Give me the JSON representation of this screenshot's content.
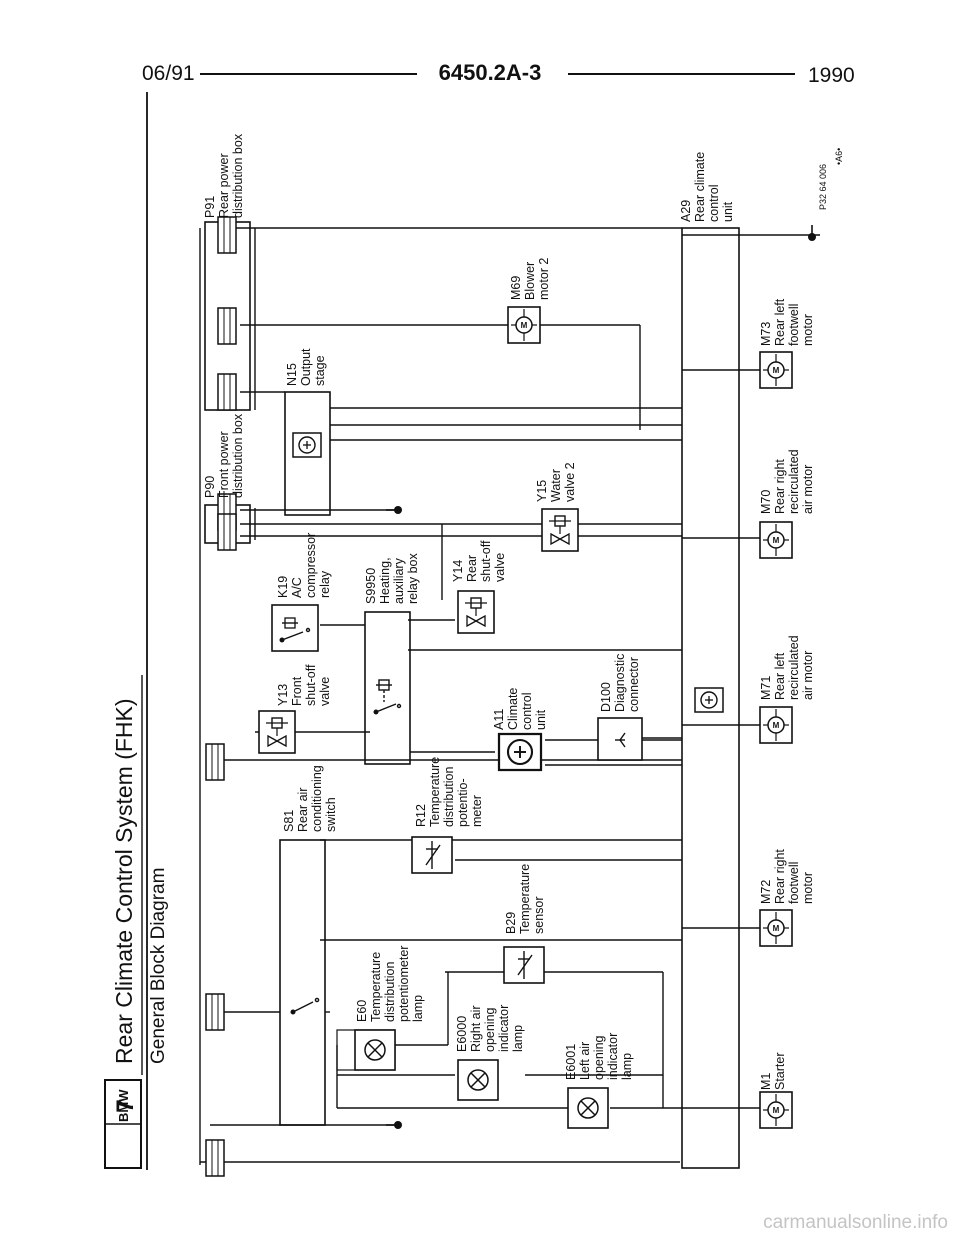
{
  "header": {
    "date": "06/91",
    "doc_number": "6450.2A-3",
    "year": "1990"
  },
  "brand": {
    "name": "BMW",
    "series": "7"
  },
  "title": "Rear Climate Control System (FHK)",
  "subtitle": "General Block Diagram",
  "reference": {
    "code": "P32 64 006",
    "mark": "•A6•"
  },
  "watermark": "carmanualsonline.info",
  "components": {
    "P91": {
      "id": "P91",
      "lines": [
        "Rear power",
        "distribution box"
      ]
    },
    "P90": {
      "id": "P90",
      "lines": [
        "Front power",
        "distribution box"
      ]
    },
    "A29": {
      "id": "A29",
      "lines": [
        "Rear climate",
        "control",
        "unit"
      ]
    },
    "M69": {
      "id": "M69",
      "lines": [
        "Blower",
        "motor 2"
      ]
    },
    "N15": {
      "id": "N15",
      "lines": [
        "Output",
        "stage"
      ]
    },
    "M73": {
      "id": "M73",
      "lines": [
        "Rear left",
        "footwell",
        "motor"
      ]
    },
    "Y15": {
      "id": "Y15",
      "lines": [
        "Water",
        "valve 2"
      ]
    },
    "M70": {
      "id": "M70",
      "lines": [
        "Rear right",
        "recirculated",
        "air motor"
      ]
    },
    "K19": {
      "id": "K19",
      "lines": [
        "A/C",
        "compressor",
        "relay"
      ]
    },
    "S9950": {
      "id": "S9950",
      "lines": [
        "Heating,",
        "auxiliary",
        "relay box"
      ]
    },
    "Y14": {
      "id": "Y14",
      "lines": [
        "Rear",
        "shut-off",
        "valve"
      ]
    },
    "Y13": {
      "id": "Y13",
      "lines": [
        "Front",
        "shut-off",
        "valve"
      ]
    },
    "M71": {
      "id": "M71",
      "lines": [
        "Rear left",
        "recirculated",
        "air motor"
      ]
    },
    "A11": {
      "id": "A11",
      "lines": [
        "Climate",
        "control",
        "unit"
      ]
    },
    "D100": {
      "id": "D100",
      "lines": [
        "Diagnostic",
        "connector"
      ]
    },
    "S81": {
      "id": "S81",
      "lines": [
        "Rear air",
        "conditioning",
        "switch"
      ]
    },
    "R12": {
      "id": "R12",
      "lines": [
        "Temperature",
        "distribution",
        "potentio-",
        "meter"
      ]
    },
    "M72": {
      "id": "M72",
      "lines": [
        "Rear right",
        "footwell",
        "motor"
      ]
    },
    "B29": {
      "id": "B29",
      "lines": [
        "Temperature",
        "sensor"
      ]
    },
    "E60": {
      "id": "E60",
      "lines": [
        "Temperature",
        "distribution",
        "potentiometer",
        "lamp"
      ]
    },
    "E6000": {
      "id": "E6000",
      "lines": [
        "Right air",
        "opening",
        "indicator",
        "lamp"
      ]
    },
    "E6001": {
      "id": "E6001",
      "lines": [
        "Left air",
        "opening",
        "indicator",
        "lamp"
      ]
    },
    "M1": {
      "id": "M1",
      "lines": [
        "Starter"
      ]
    }
  }
}
